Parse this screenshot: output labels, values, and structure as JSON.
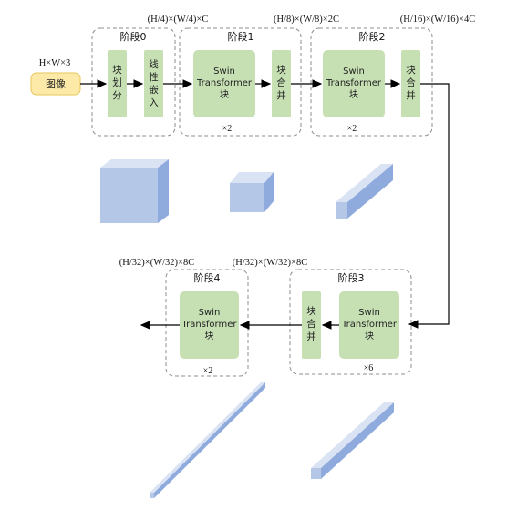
{
  "input": {
    "dims": "H×W×3",
    "label": "图像"
  },
  "stages": {
    "s0": {
      "title": "阶段0",
      "out_dims": "(H/4)×(W/4)×C",
      "patch_split": [
        "块",
        "划",
        "分"
      ],
      "linear_embed": [
        "线",
        "性",
        "嵌",
        "入"
      ]
    },
    "s1": {
      "title": "阶段1",
      "out_dims": "(H/8)×(W/8)×2C",
      "swin": [
        "Swin",
        "Transformer",
        "块"
      ],
      "merge": [
        "块",
        "合",
        "并"
      ],
      "repeat": "×2"
    },
    "s2": {
      "title": "阶段2",
      "out_dims": "(H/16)×(W/16)×4C",
      "swin": [
        "Swin",
        "Transformer",
        "块"
      ],
      "merge": [
        "块",
        "合",
        "并"
      ],
      "repeat": "×2"
    },
    "s3": {
      "title": "阶段3",
      "out_dims": "(H/32)×(W/32)×8C",
      "swin": [
        "Swin",
        "Transformer",
        "块"
      ],
      "merge": [
        "块",
        "合",
        "并"
      ],
      "repeat": "×6"
    },
    "s4": {
      "title": "阶段4",
      "out_dims": "(H/32)×(W/32)×8C",
      "swin": [
        "Swin",
        "Transformer",
        "块"
      ],
      "repeat": "×2"
    }
  },
  "colors": {
    "green_block": "#c6e0b4",
    "input_box": "#fde9a8",
    "cube_front": "#b4c7e7",
    "cube_side": "#8faadc",
    "cube_top": "#dae3f3",
    "dashed_border": "#8c8c8c"
  }
}
